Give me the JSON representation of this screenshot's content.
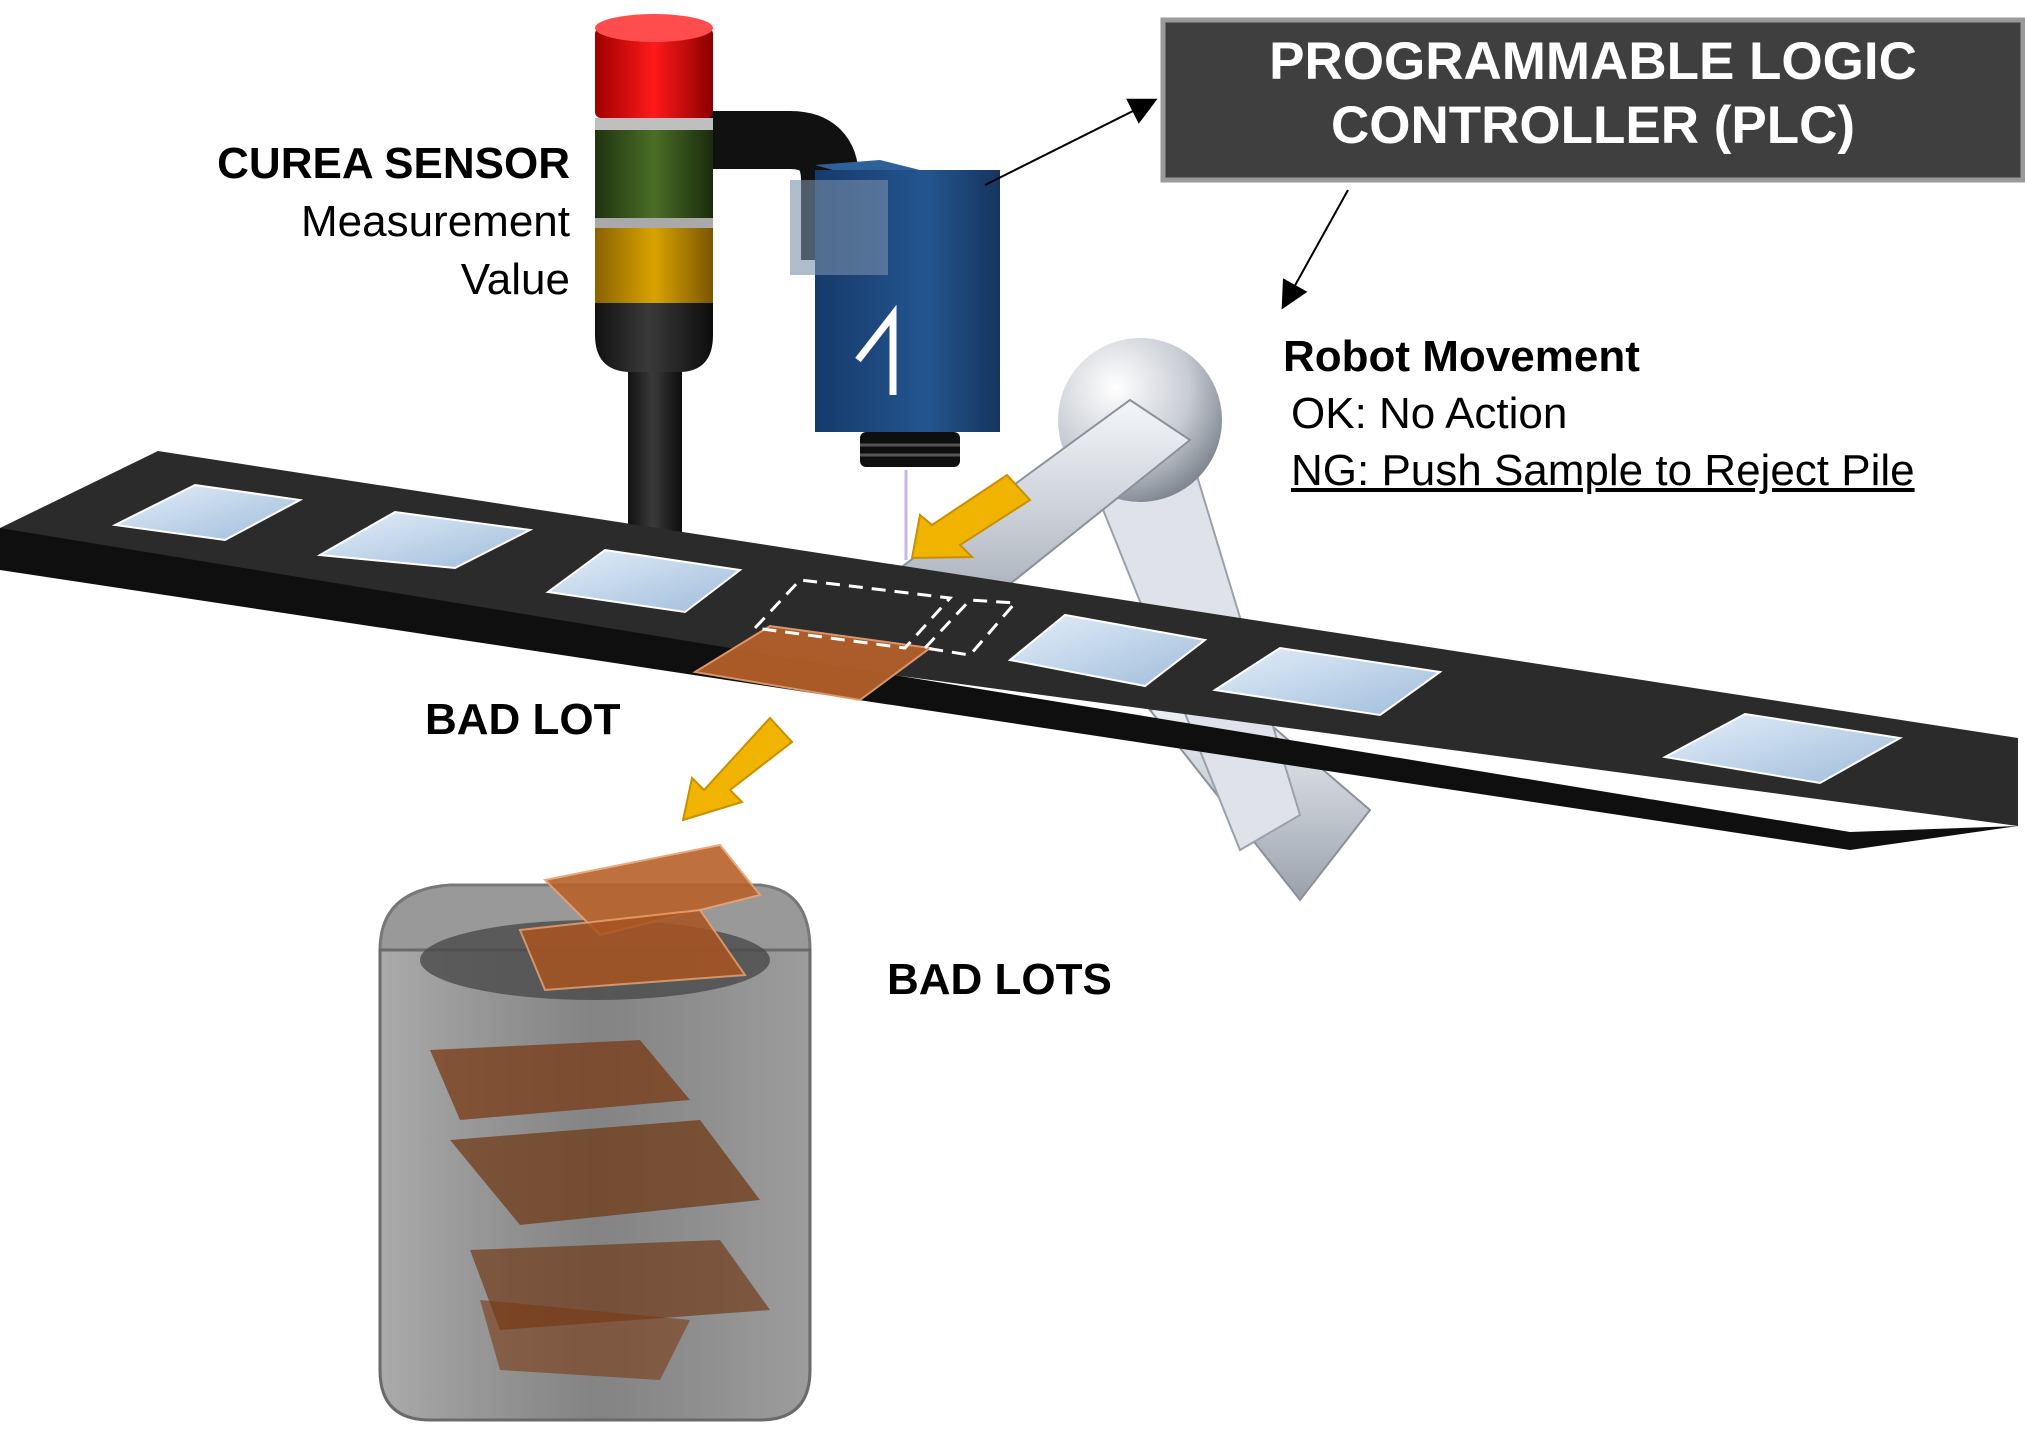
{
  "plc": {
    "line1": "PROGRAMMABLE LOGIC",
    "line2": "CONTROLLER (PLC)"
  },
  "sensor": {
    "title": "CUREA SENSOR",
    "line1": "Measurement",
    "line2": "Value"
  },
  "robot": {
    "title": "Robot Movement",
    "ok": "OK: No Action",
    "ng": "NG: Push Sample to Reject Pile"
  },
  "bad_lot": "BAD LOT",
  "bad_lots": "BAD LOTS",
  "colors": {
    "light_red": "#e60000",
    "light_green": "#3a5a1e",
    "light_yellow": "#c89600",
    "camera_blue": "#1f4e8c",
    "conveyor": "#2b2b2b",
    "sample_ok": "#bcd3ea",
    "sample_bad": "#b8612a",
    "arrow": "#f0b400",
    "plc_box": "#3f3f3f"
  }
}
